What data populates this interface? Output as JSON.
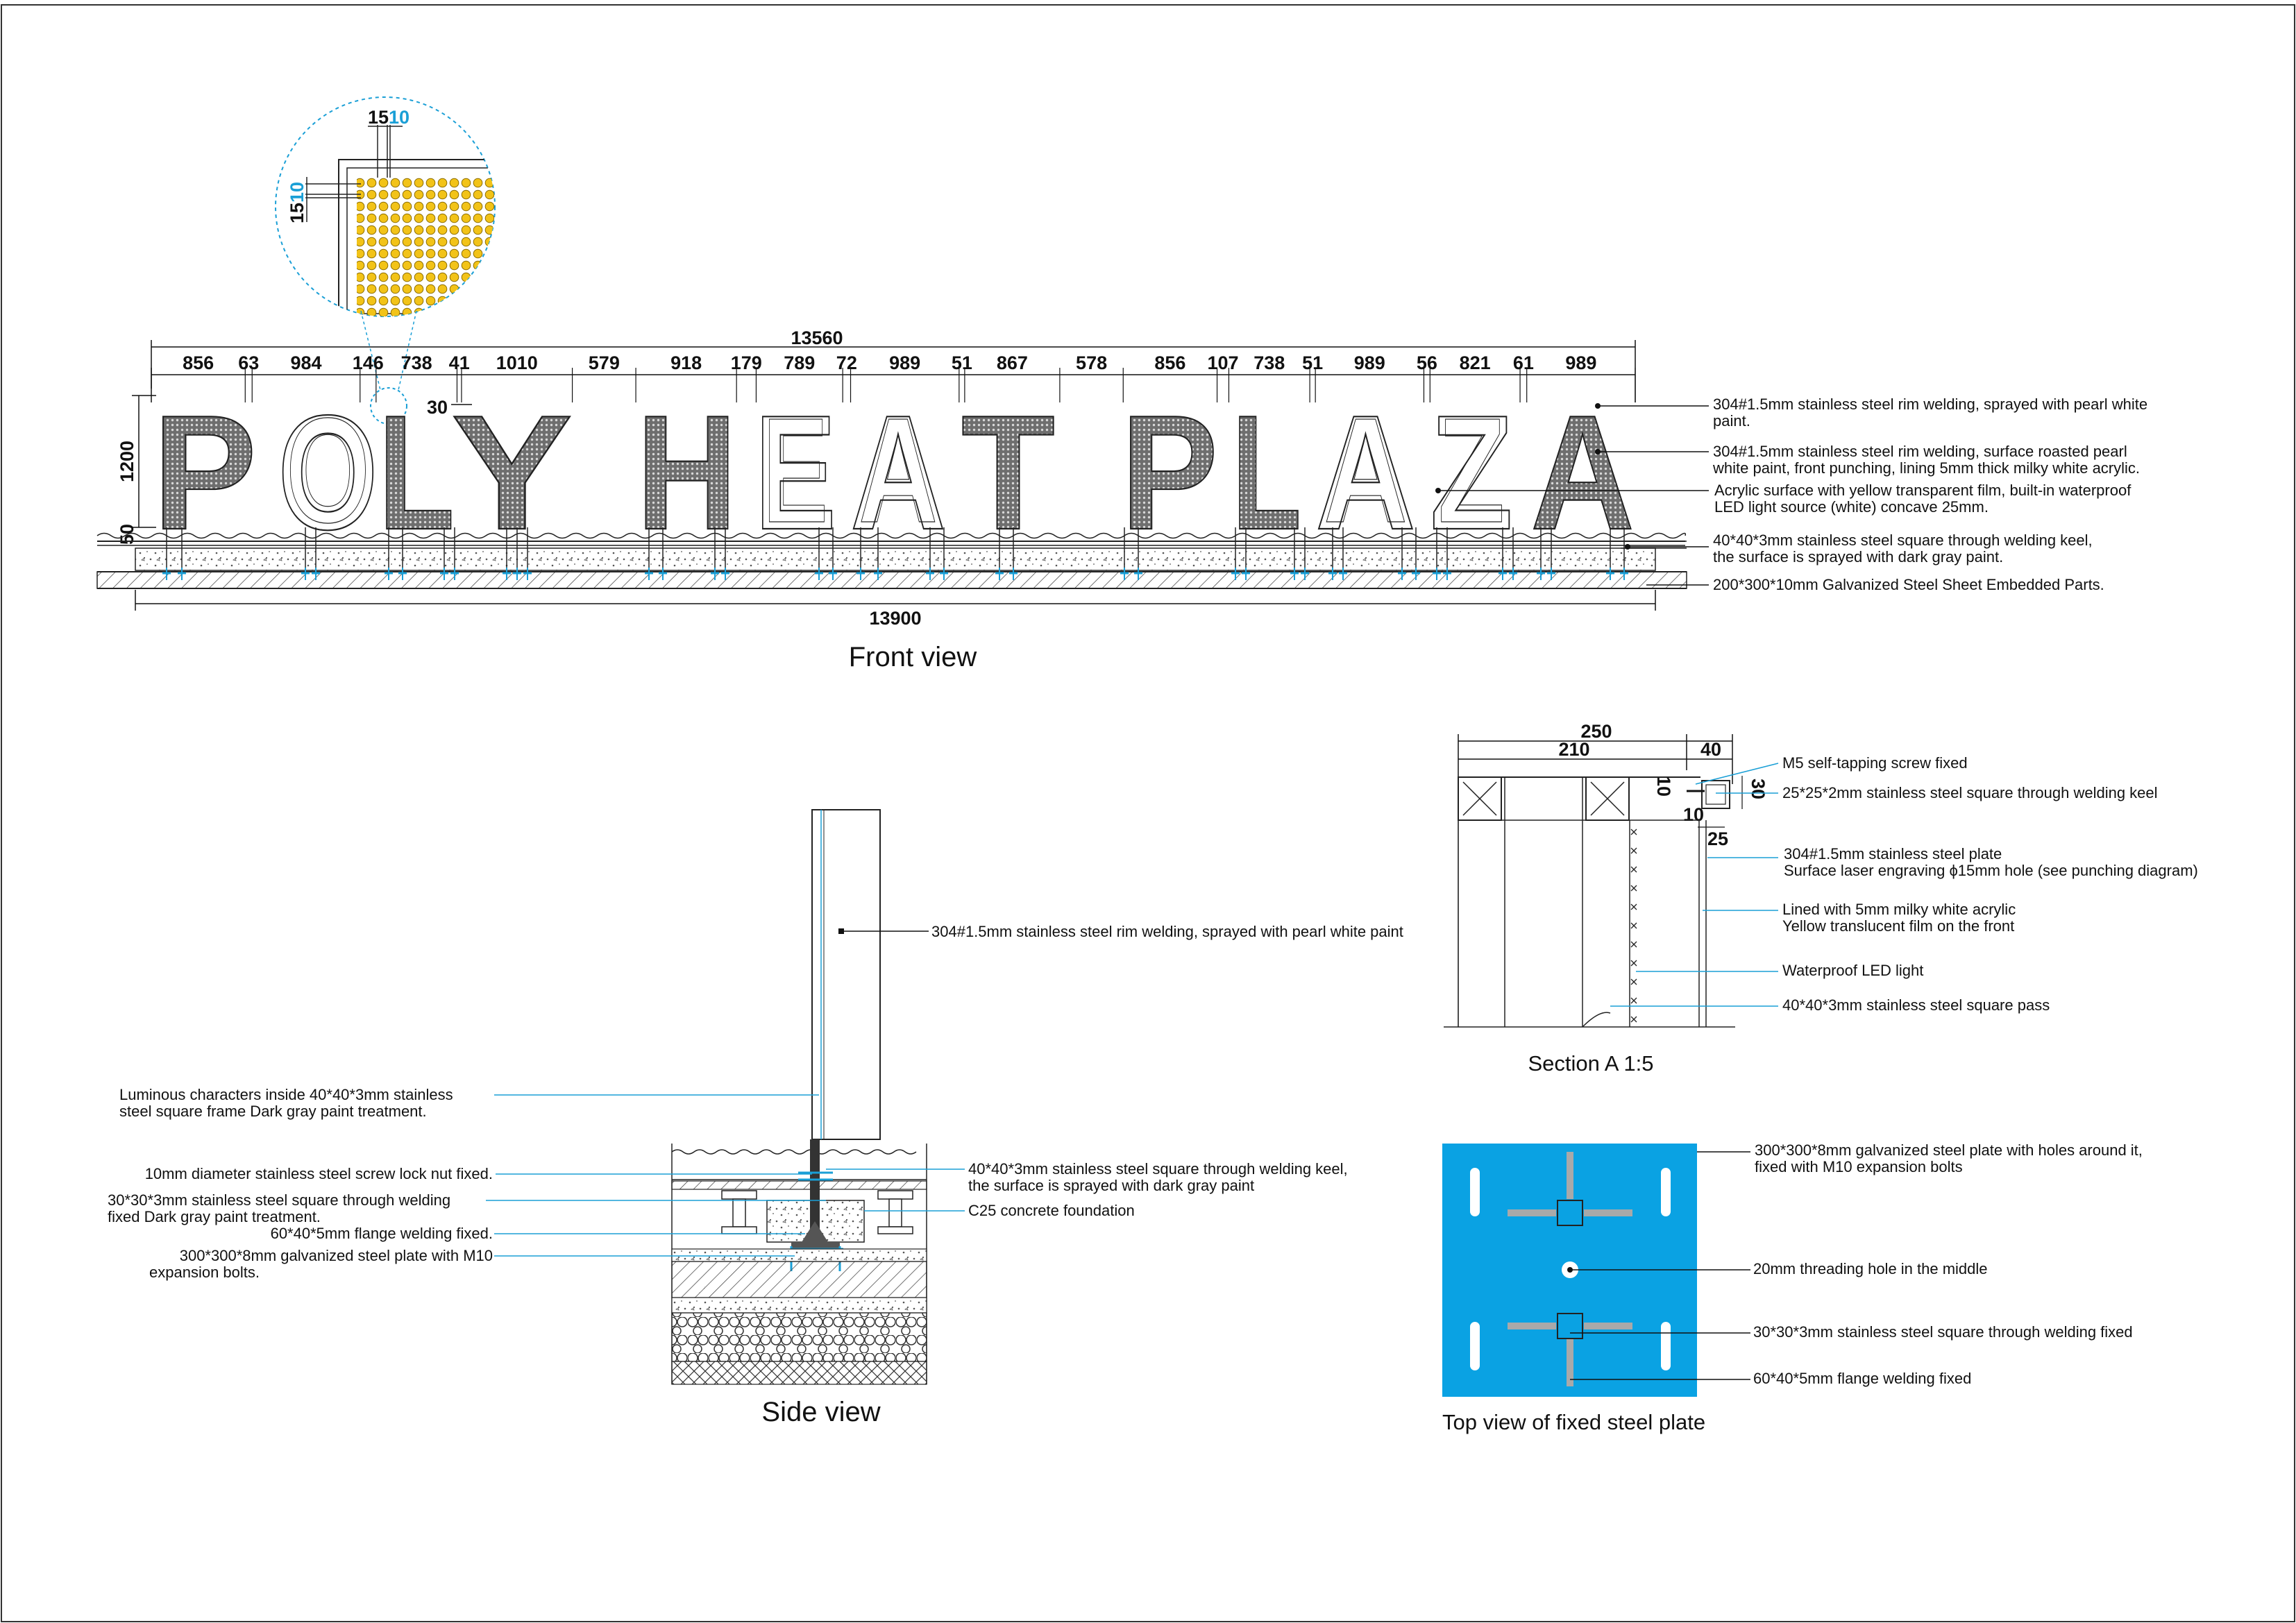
{
  "sign_text": {
    "word1": [
      "P",
      "O",
      "L",
      "Y"
    ],
    "word2": [
      "H",
      "E",
      "A",
      "T"
    ],
    "word3": [
      "P",
      "L",
      "A",
      "Z",
      "A"
    ]
  },
  "front_view": {
    "title": "Front view",
    "overall_width": "13560",
    "base_width": "13900",
    "height": "1200",
    "base_height": "50",
    "gap_label": "30",
    "segments": [
      "856",
      "63",
      "984",
      "146",
      "738",
      "41",
      "1010",
      "579",
      "918",
      "179",
      "789",
      "72",
      "989",
      "51",
      "867",
      "578",
      "856",
      "107",
      "738",
      "51",
      "989",
      "56",
      "821",
      "61",
      "989"
    ],
    "detail": {
      "top_a": "15",
      "top_b": "10",
      "side_a": "15",
      "side_b": "10"
    },
    "notes": [
      [
        "304#1.5mm stainless steel rim welding, sprayed with pearl white",
        "paint."
      ],
      [
        "304#1.5mm stainless steel rim welding, surface roasted pearl",
        "white paint, front punching, lining 5mm thick milky white acrylic."
      ],
      [
        "Acrylic surface with yellow transparent film, built-in waterproof",
        "LED light source (white) concave 25mm."
      ],
      [
        "40*40*3mm stainless steel square through welding keel,",
        "the surface is sprayed with dark gray paint."
      ],
      [
        "200*300*10mm Galvanized Steel Sheet Embedded Parts."
      ]
    ]
  },
  "section_a": {
    "title": "Section A 1:5",
    "dims": {
      "overall": "250",
      "inner": "210",
      "tube": "40",
      "v10": "10",
      "h10": "10",
      "d30": "30",
      "d25": "25"
    },
    "notes": [
      [
        "M5 self-tapping screw fixed"
      ],
      [
        "25*25*2mm stainless steel square through welding keel"
      ],
      [
        "304#1.5mm stainless steel plate",
        "Surface laser engraving ϕ15mm hole (see punching diagram)"
      ],
      [
        "Lined with 5mm milky white acrylic",
        "Yellow translucent film on the front"
      ],
      [
        "Waterproof LED light"
      ],
      [
        "40*40*3mm stainless steel square pass"
      ]
    ]
  },
  "side_view": {
    "title": "Side view",
    "note_top": [
      "304#1.5mm stainless steel rim welding, sprayed with pearl white paint"
    ],
    "notes_left": [
      [
        "Luminous characters inside 40*40*3mm stainless",
        "steel square frame Dark gray paint treatment."
      ],
      [
        "10mm diameter stainless steel screw lock nut fixed."
      ],
      [
        "30*30*3mm stainless steel square through welding",
        "fixed Dark gray paint treatment."
      ],
      [
        "60*40*5mm flange welding fixed."
      ],
      [
        "300*300*8mm galvanized steel plate with M10",
        "expansion bolts."
      ]
    ],
    "notes_right": [
      [
        "40*40*3mm stainless steel square through welding keel,",
        "the surface is sprayed with dark gray paint"
      ],
      [
        "C25 concrete foundation"
      ]
    ]
  },
  "top_plate": {
    "title": "Top view of fixed steel plate",
    "notes": [
      [
        "300*300*8mm galvanized steel plate with holes around it,",
        "fixed with M10 expansion bolts"
      ],
      [
        "20mm threading hole in the middle"
      ],
      [
        "30*30*3mm stainless steel square through welding fixed"
      ],
      [
        "60*40*5mm flange welding fixed"
      ]
    ]
  },
  "colors": {
    "accent": "#1a9fd6",
    "plate": "#0aa2e3",
    "led": "#f2c318",
    "panel": "#6f6f6f"
  }
}
